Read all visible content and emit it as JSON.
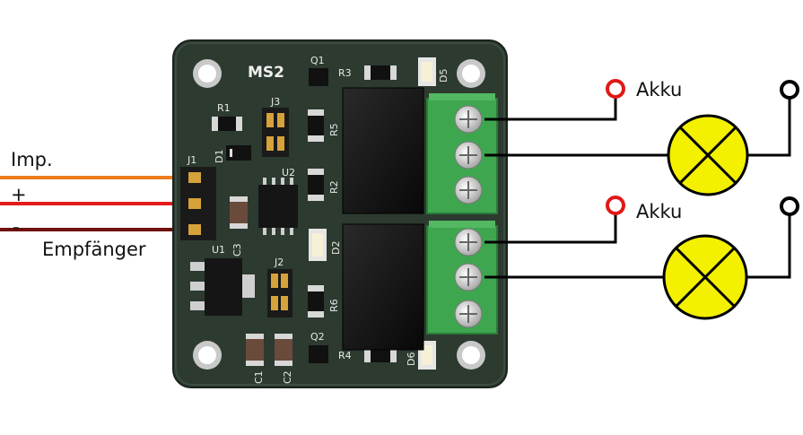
{
  "board": {
    "name": "MS2",
    "refs": {
      "q1": "Q1",
      "q2": "Q2",
      "r1": "R1",
      "r2": "R2",
      "r3": "R3",
      "r4": "R4",
      "r5": "R5",
      "r6": "R6",
      "j1": "J1",
      "j2": "J2",
      "j3": "J3",
      "u1": "U1",
      "u2": "U2",
      "d1": "D1",
      "d2": "D2",
      "c1": "C1",
      "c2": "C2",
      "c3": "C3",
      "d5": "D5",
      "d6": "D6"
    }
  },
  "labels": {
    "imp": "Imp.",
    "plus": "+",
    "minus": "-",
    "receiver": "Empfänger",
    "battery_top": "Akku",
    "battery_bottom": "Akku"
  },
  "colors": {
    "pcb": "#2c3a30",
    "terminal": "#3fa650",
    "lamp": "#f3f000",
    "wire_signal": "#ef7d1f",
    "wire_plus": "#e21a1a",
    "wire_minus": "#6e1010",
    "battery_terminal": "#e01818"
  }
}
